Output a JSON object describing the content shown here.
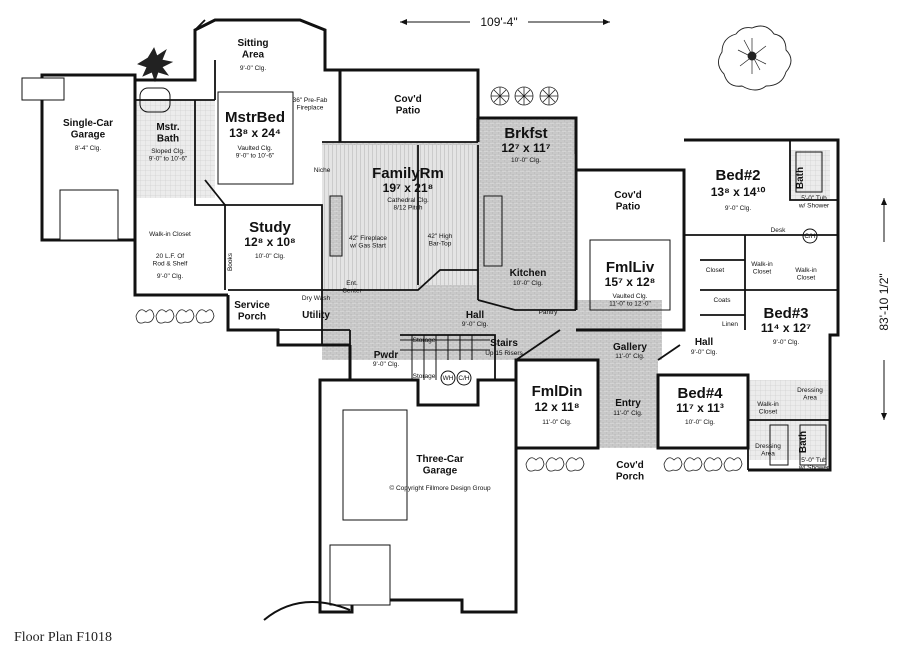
{
  "caption": "Floor Plan F1018",
  "dimensions": {
    "width": "109'-4\"",
    "depth": "83'-10 1/2\""
  },
  "rooms": {
    "single_garage": {
      "name": "Single-Car\nGarage",
      "note": "8'-4\" Clg."
    },
    "mstr_bath": {
      "name": "Mstr.\nBath",
      "note": "Sloped Clg.\n9'-0\" to 10'-6\""
    },
    "sitting": {
      "name": "Sitting\nArea",
      "note": "9'-0\" Clg."
    },
    "mstrbed": {
      "name": "MstrBed",
      "size": "13⁸ x 24⁴",
      "note": "Vaulted Clg.\n9'-0\" to 10'-6\""
    },
    "prefab": {
      "note": "36\" Pre-Fab\nFireplace"
    },
    "covd_patio_top": {
      "name": "Cov'd\nPatio"
    },
    "brkfst": {
      "name": "Brkfst",
      "size": "12⁷ x 11⁷",
      "note": "10'-0\" Clg."
    },
    "familyrm": {
      "name": "FamilyRm",
      "size": "19⁷ x 21⁸",
      "note": "Cathedral Clg.\n8/12 Pitch"
    },
    "fireplace": {
      "note": "42\" Fireplace\nw/ Gas Start"
    },
    "bartop": {
      "note": "42\" High\nBar-Top"
    },
    "niche": {
      "note": "Niche"
    },
    "walkin_master": {
      "name": "Walk-in Closet",
      "note": "20 L.F. Of\nRod & Shelf",
      "clg": "9'-0\" Clg."
    },
    "study": {
      "name": "Study",
      "size": "12⁸ x 10⁸",
      "note": "10'-0\" Clg."
    },
    "books": {
      "name": "Books"
    },
    "ent_center": {
      "note": "Ent.\nCenter"
    },
    "kitchen": {
      "name": "Kitchen",
      "note": "10'-0\" Clg."
    },
    "pantry": {
      "name": "Pantry"
    },
    "covd_patio_right": {
      "name": "Cov'd\nPatio"
    },
    "fmlliv": {
      "name": "FmlLiv",
      "size": "15⁷ x 12⁸",
      "note": "Vaulted Clg.\n11'-0\" to 12'-0\""
    },
    "bed2": {
      "name": "Bed#2",
      "size": "13⁸ x 14¹⁰",
      "note": "9'-0\" Clg."
    },
    "bath2": {
      "name": "Bath",
      "note": "5'-0\" Tub\nw/ Shower"
    },
    "desk": {
      "name": "Desk"
    },
    "closet": {
      "name": "Closet"
    },
    "coats": {
      "name": "Coats"
    },
    "linen": {
      "name": "Linen"
    },
    "walkin_bed2": {
      "name": "Walk-in\nCloset"
    },
    "walkin_bed3": {
      "name": "Walk-in\nCloset"
    },
    "bed3": {
      "name": "Bed#3",
      "size": "11⁴ x 12⁷",
      "note": "9'-0\" Clg."
    },
    "hall_right": {
      "name": "Hall",
      "note": "9'-0\" Clg."
    },
    "service_porch": {
      "name": "Service\nPorch"
    },
    "utility": {
      "name": "Utility",
      "note": "Dry  Wash"
    },
    "hall_center": {
      "name": "Hall",
      "note": "9'-0\" Clg."
    },
    "stairs": {
      "name": "Stairs",
      "note": "Up 15 Risers"
    },
    "gallery": {
      "name": "Gallery",
      "note": "11'-0\" Clg."
    },
    "pwdr": {
      "name": "Pwdr",
      "note": "9'-0\" Clg."
    },
    "storage": {
      "name": "Storage"
    },
    "fmldin": {
      "name": "FmlDin",
      "size": "12 x 11⁸",
      "note": "11'-0\" Clg."
    },
    "entry": {
      "name": "Entry",
      "note": "11'-0\" Clg."
    },
    "bed4": {
      "name": "Bed#4",
      "size": "11⁷ x 11³",
      "note": "10'-0\" Clg."
    },
    "walkin_bed4": {
      "name": "Walk-in\nCloset"
    },
    "dressing_a": {
      "name": "Dressing\nArea"
    },
    "dressing_b": {
      "name": "Dressing\nArea"
    },
    "bath3": {
      "name": "Bath",
      "note": "5'-0\" Tub\nw/ Shower"
    },
    "covd_porch": {
      "name": "Cov'd\nPorch"
    },
    "three_car": {
      "name": "Three-Car\nGarage",
      "copyright": "© Copyright Fillmore Design Group"
    },
    "wh": {
      "name": "WH"
    },
    "cir": {
      "name": "C/H"
    }
  },
  "colors": {
    "wall": "#111111",
    "brick": "#c9c9c9",
    "hatch": "#8a8a8a"
  }
}
